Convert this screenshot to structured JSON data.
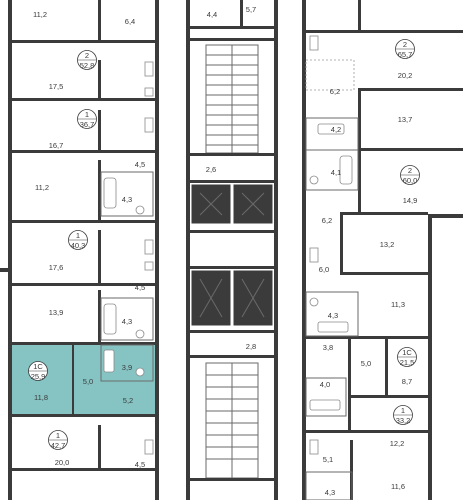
{
  "highlight_color": "#86c4c4",
  "left_units": [
    {
      "rooms": 2,
      "total": "52,8"
    },
    {
      "rooms": 1,
      "total": "36,7"
    },
    {
      "rooms": 1,
      "total": "40,3"
    },
    {
      "rooms": "1С",
      "total": "25,9",
      "highlighted": true
    },
    {
      "rooms": 1,
      "total": "42,7"
    }
  ],
  "right_units": [
    {
      "rooms": 2,
      "total": "65,7"
    },
    {
      "rooms": 2,
      "total": "60,0"
    },
    {
      "rooms": "1С",
      "total": "21,5"
    },
    {
      "rooms": 1,
      "total": "33,2"
    }
  ],
  "room_areas": {
    "l1": "11,2",
    "l2": "6,4",
    "l3": "17,5",
    "l4": "16,7",
    "l5": "4,5",
    "l6": "11,2",
    "l7": "4,3",
    "l8": "17,6",
    "l9": "4,5",
    "l10": "13,9",
    "l11": "4,3",
    "l12": "5,0",
    "l13": "3,9",
    "l14": "11,8",
    "l15": "5,2",
    "l16": "20,0",
    "l17": "4,5",
    "c1": "4,4",
    "c2": "5,7",
    "c3": "2,6",
    "c4": "2,8",
    "r1": "20,2",
    "r2": "6,2",
    "r3": "4,2",
    "r4": "13,7",
    "r5": "4,1",
    "r6": "14,9",
    "r7": "6,2",
    "r8": "13,2",
    "r9": "6,0",
    "r10": "4,3",
    "r11": "11,3",
    "r12": "3,8",
    "r13": "5,0",
    "r14": "4,0",
    "r15": "8,7",
    "r16": "5,1",
    "r17": "12,2",
    "r18": "11,6",
    "r19": "4,3"
  }
}
